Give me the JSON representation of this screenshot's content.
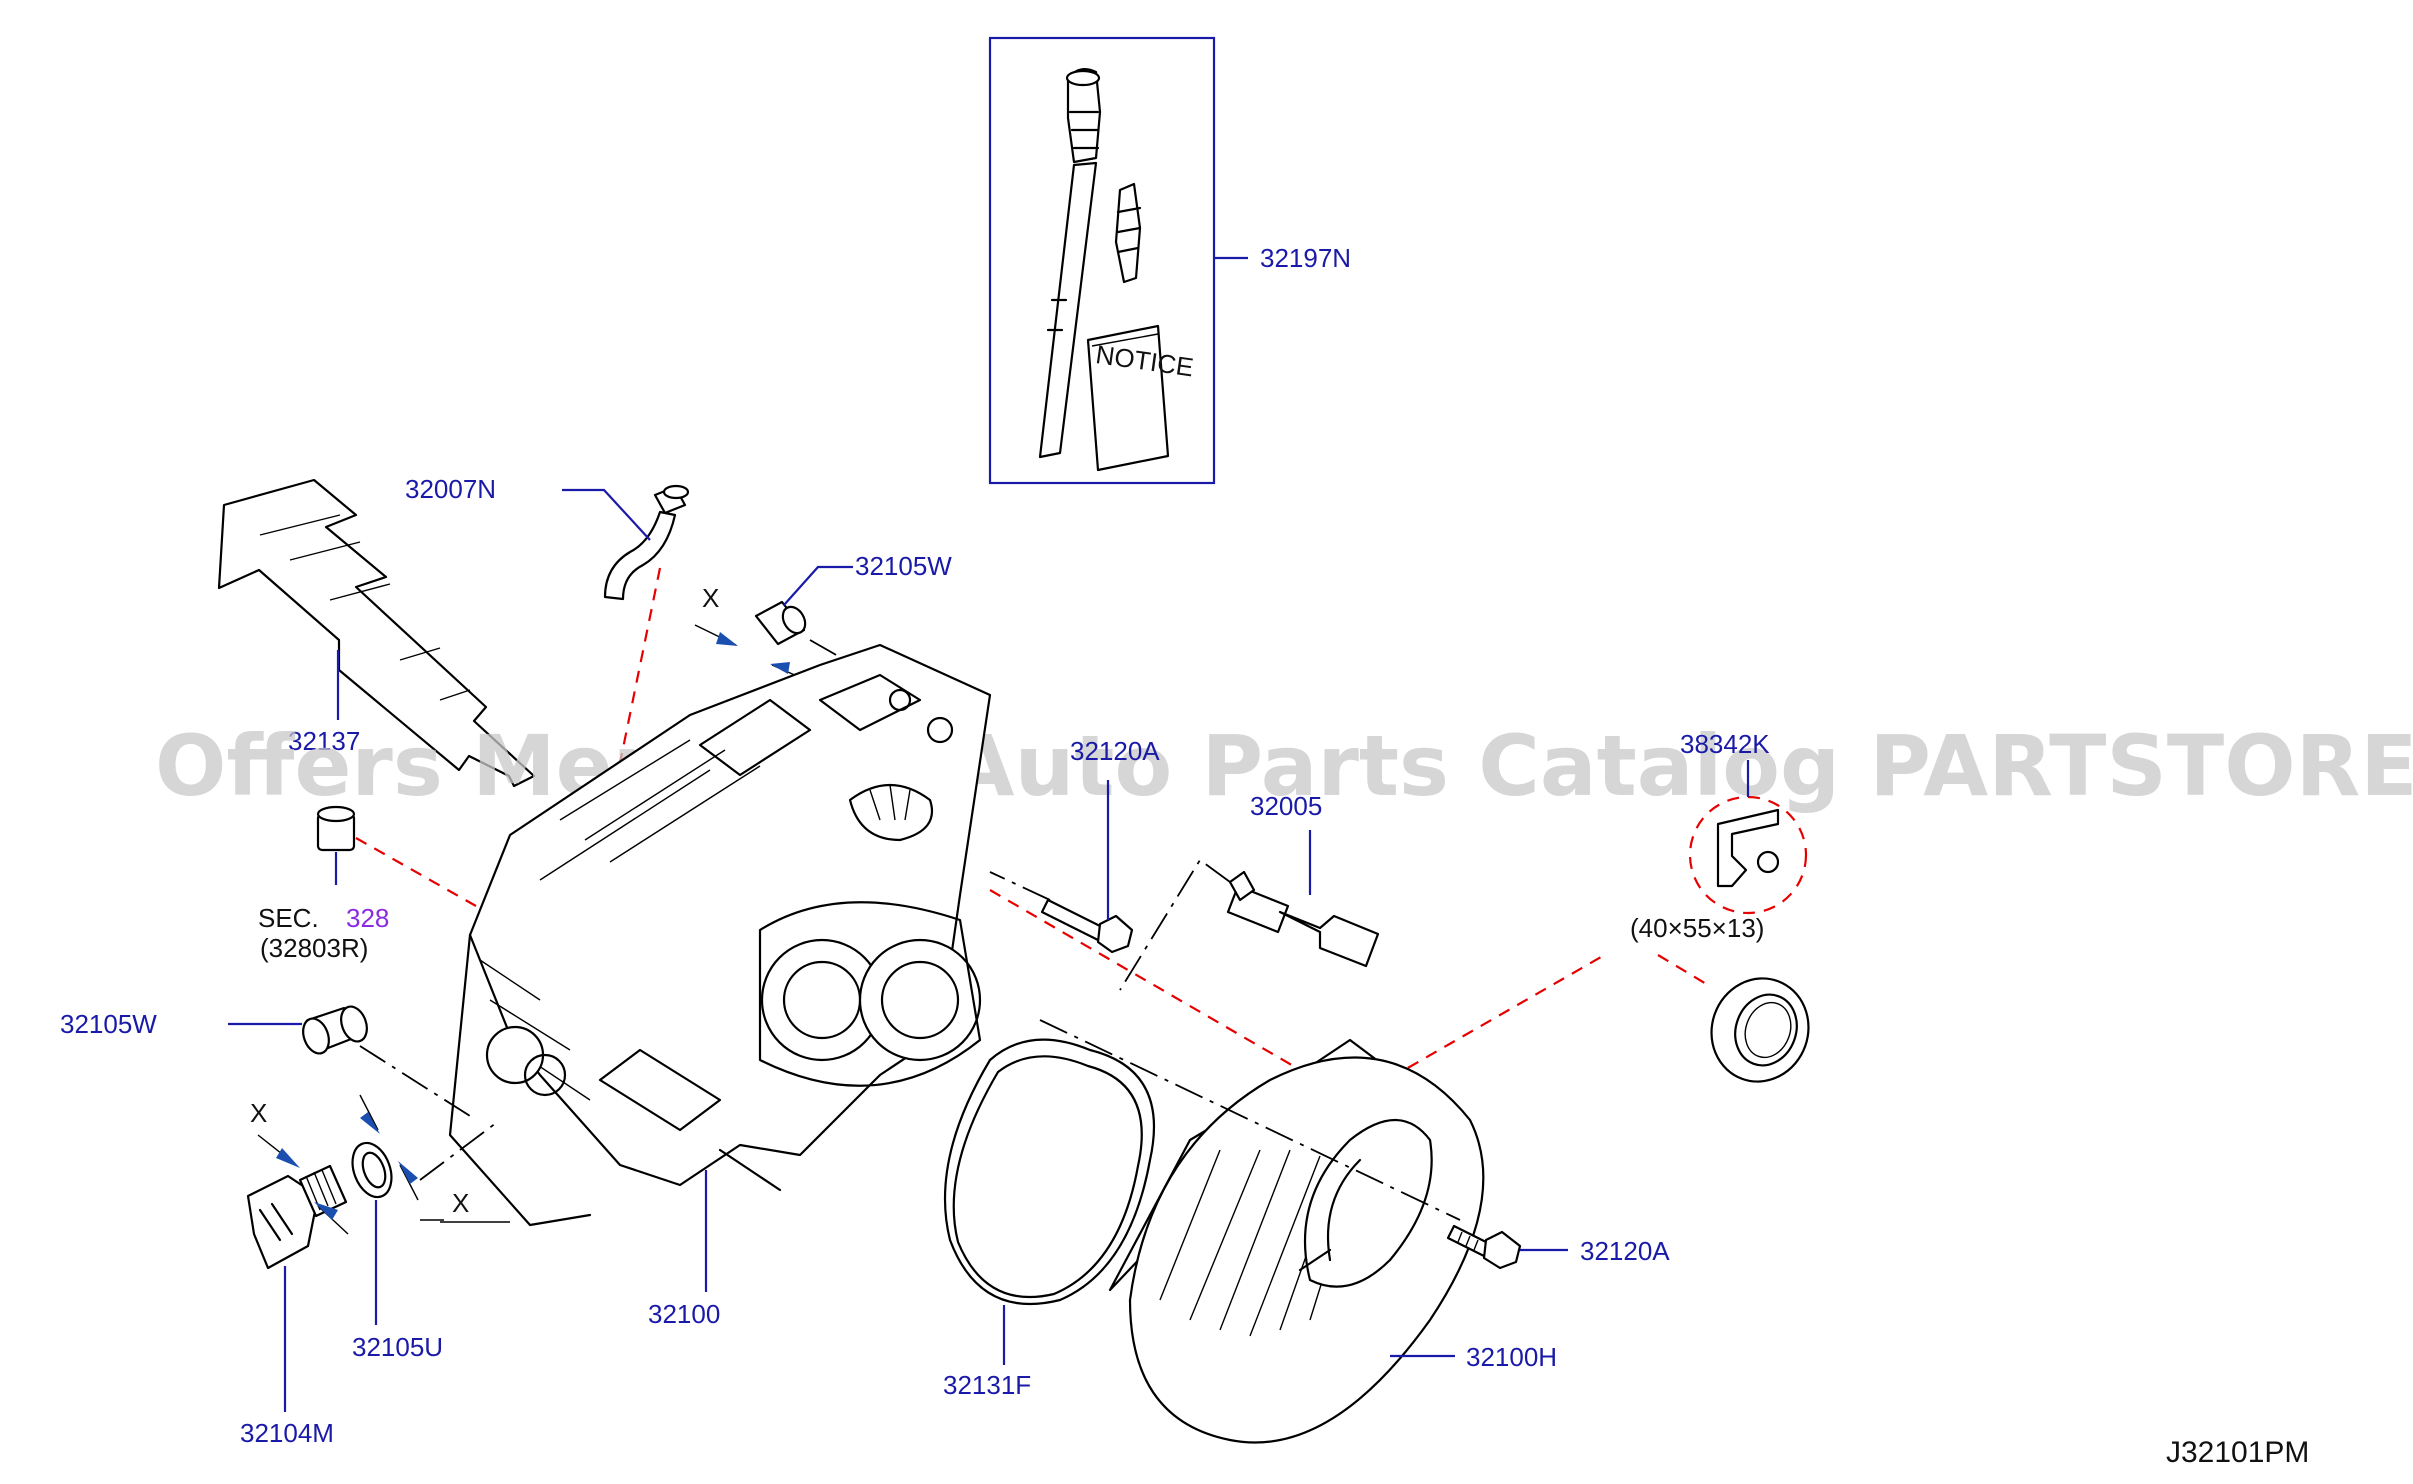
{
  "watermark": "Offers Merchant Auto Parts Catalog PARTSTORE.SA",
  "diagram_code": "J32101PM",
  "notice_text": "NOTICE",
  "cross_marker": "X",
  "callouts": {
    "p32197N": "32197N",
    "p32007N": "32007N",
    "p32105W_top": "32105W",
    "p32137": "32137",
    "p32120A_mid": "32120A",
    "p38342K": "38342K",
    "p32005": "32005",
    "sec_prefix": "SEC.",
    "sec_number": "328",
    "sec_ref": "(32803R)",
    "seal_size": "(40×55×13)",
    "p32105W_left": "32105W",
    "p32100": "32100",
    "p32105U": "32105U",
    "p32104M": "32104M",
    "p32131F": "32131F",
    "p32100H": "32100H",
    "p32120A_right": "32120A"
  },
  "colors": {
    "callout_blue": "#1a1aa8",
    "guide_red": "#e60000",
    "arrow_blue": "#1a4fb0",
    "sec_purple": "#8a2be2"
  }
}
